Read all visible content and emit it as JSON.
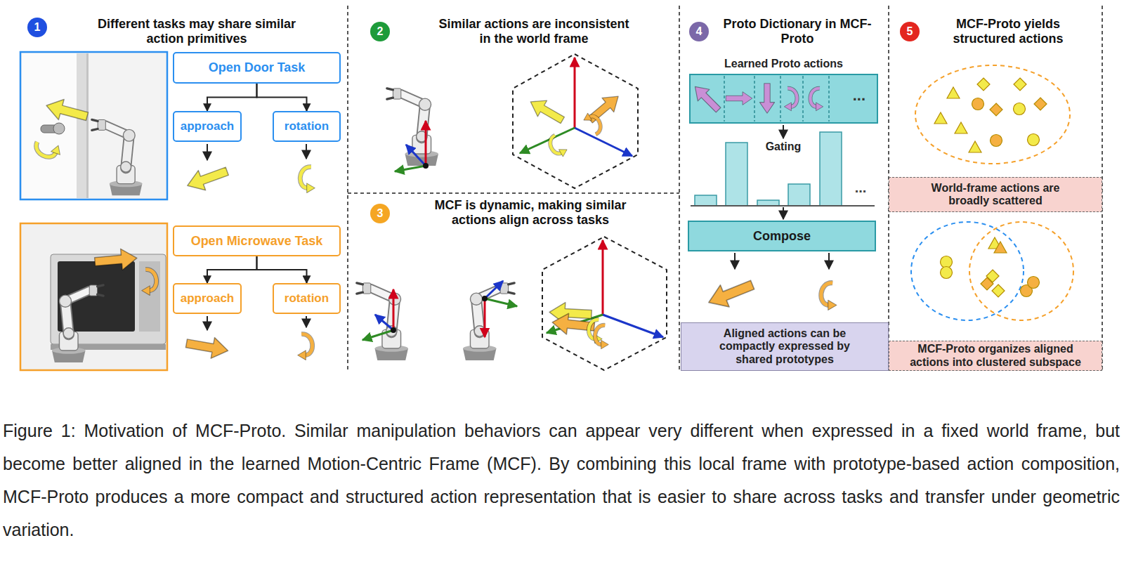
{
  "diagram": {
    "caption": "Figure 1: Motivation of MCF-Proto. Similar manipulation behaviors can appear very different when expressed in a fixed world frame, but become better aligned in the learned Motion-Centric Frame (MCF). By combining this local frame with prototype-based action composition, MCF-Proto produces a more compact and structured action representation that is easier to share across tasks and transfer under geometric variation.",
    "nodes": [
      {
        "text": [
          "1"
        ]
      },
      {
        "text": [
          "Open Door Task"
        ]
      },
      {
        "text": [
          "approach"
        ]
      },
      {
        "text": [
          "rotation"
        ]
      },
      {
        "text": [
          "Open Microwave Task"
        ]
      },
      {
        "text": [
          "approach"
        ]
      },
      {
        "text": [
          "rotation"
        ]
      },
      {
        "text": [
          "2"
        ]
      },
      {
        "text": [
          "3"
        ]
      },
      {
        "text": [
          "4"
        ]
      },
      {
        "text": [
          "Learned Proto actions",
          "..."
        ]
      },
      {
        "text": [
          "Compose"
        ]
      },
      {
        "text": [
          "Aligned actions can be compactly expressed by shared prototypes"
        ]
      },
      {
        "text": [
          "5"
        ]
      },
      {
        "text": [
          "World-frame actions are broadly scattered"
        ]
      },
      {
        "text": [
          "MCF-Proto organizes aligned actions into clustered subspace"
        ]
      }
    ],
    "edges": [
      {
        "from": 1,
        "to": 2,
        "arrow": "to"
      },
      {
        "from": 1,
        "to": 3,
        "arrow": "to"
      },
      {
        "from": 4,
        "to": 5,
        "arrow": "to"
      },
      {
        "from": 4,
        "to": 6,
        "arrow": "to"
      }
    ],
    "labels": [
      "Different tasks may share similar action primitives",
      "Similar actions are inconsistent in the world frame",
      "MCF is dynamic, making similar actions align across tasks",
      "Proto Dictionary in MCF-Proto",
      "Gating",
      "...",
      "MCF-Proto yields structured actions"
    ]
  }
}
